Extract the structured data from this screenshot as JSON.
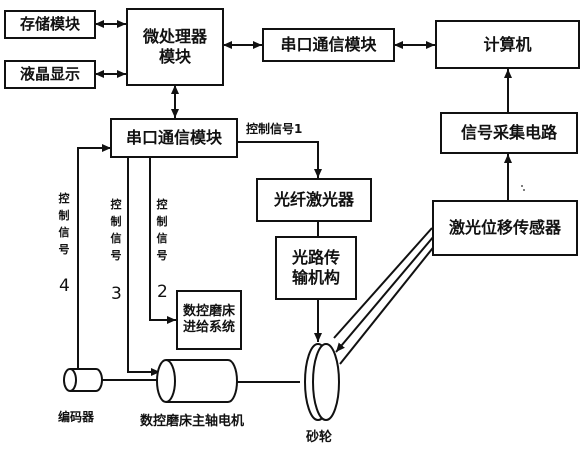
{
  "blocks": {
    "storage": "存储模块",
    "lcd": "液晶显示",
    "mcu": "微处理器模块",
    "serial_top": "串口通信模块",
    "computer": "计算机",
    "serial_mid": "串口通信模块",
    "signal_acq": "信号采集电路",
    "fiber_laser": "光纤激光器",
    "laser_sensor": "激光位移传感器",
    "optical_path": "光路传输机构",
    "feed_system": "数控磨床进给系统"
  },
  "components": {
    "encoder": "编码器",
    "spindle_motor": "数控磨床主轴电机",
    "wheel": "砂轮"
  },
  "signals": {
    "s1": "控制信号1",
    "s2_text": "控制信号",
    "s2_num": "2",
    "s3_text": "控制信号",
    "s3_num": "3",
    "s4_text": "控制信号",
    "s4_num": "4"
  }
}
